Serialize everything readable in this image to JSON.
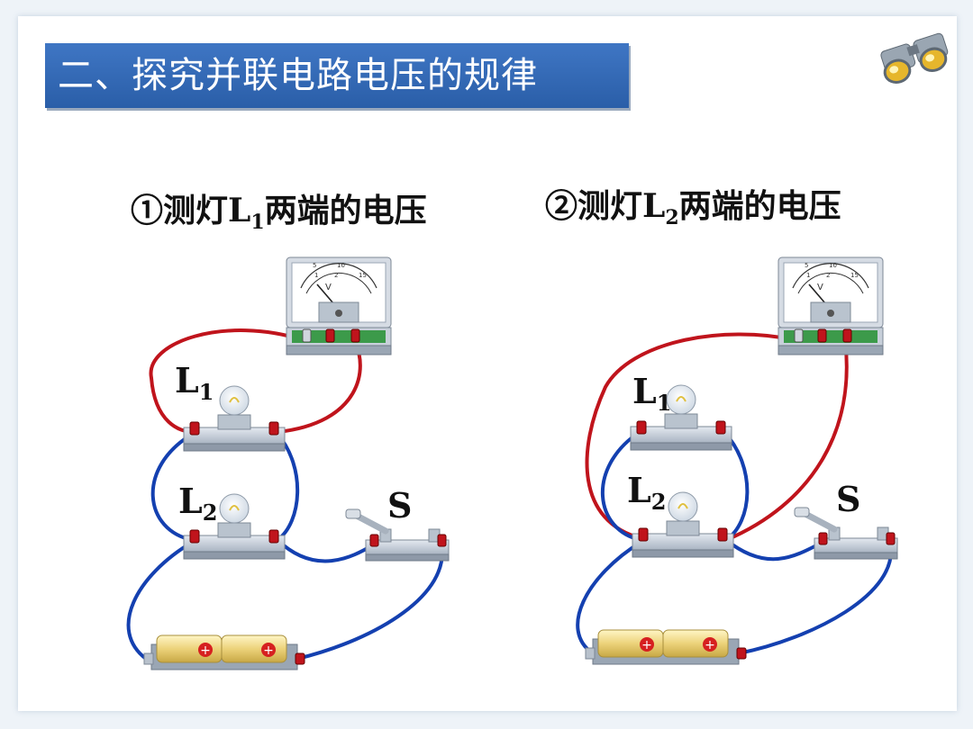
{
  "title": "二、探究并联电路电压的规律",
  "left": {
    "heading": {
      "prefix": "①测灯",
      "L": "L",
      "sub": "1",
      "suffix": "两端的电压"
    },
    "labels": {
      "L1": "L",
      "L1_sub": "1",
      "L2": "L",
      "L2_sub": "2",
      "S": "S"
    }
  },
  "right": {
    "heading": {
      "prefix": "②测灯",
      "L": "L",
      "sub": "2",
      "suffix": "两端的电压"
    },
    "labels": {
      "L1": "L",
      "L1_sub": "1",
      "L2": "L",
      "L2_sub": "2",
      "S": "S"
    }
  },
  "voltmeter": {
    "unit": "V",
    "scale_top": [
      "5",
      "10"
    ],
    "scale_bottom": [
      "1",
      "2"
    ],
    "scale_end": "15"
  },
  "colors": {
    "red_wire": "#c0141c",
    "blue_wire": "#1440b0",
    "title_bg": "#3470bf"
  }
}
